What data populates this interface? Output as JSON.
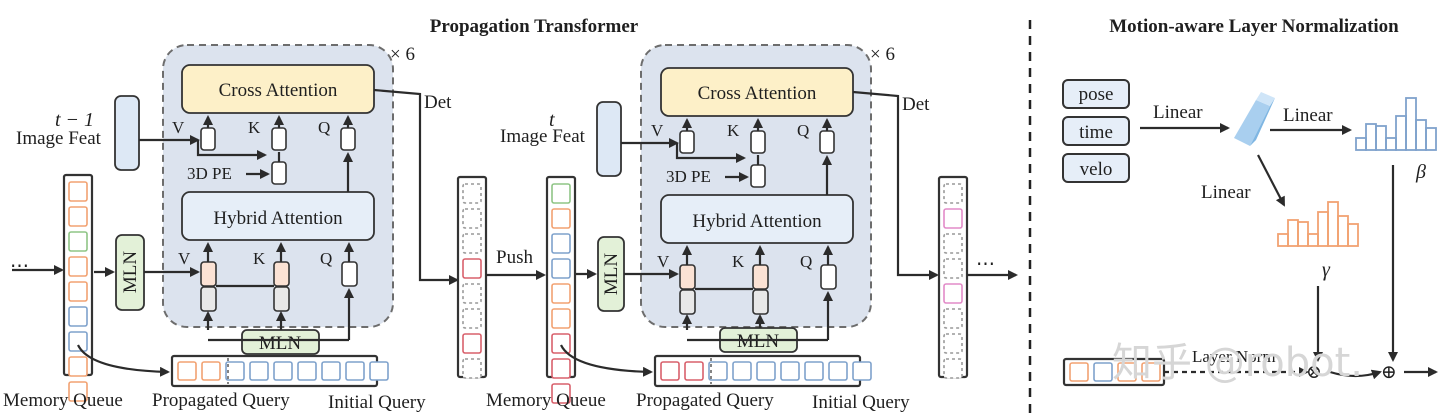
{
  "titles": {
    "left": "Propagation Transformer",
    "right": "Motion-aware Layer Normalization"
  },
  "left_block": {
    "time_label": "t − 1",
    "feat_label": "Image Feat",
    "cross_attention": "Cross Attention",
    "hybrid_attention": "Hybrid Attention",
    "pe": "3D PE",
    "mln": "MLN",
    "repeat": "× 6",
    "det": "Det",
    "v": "V",
    "k": "K",
    "q": "Q",
    "memory_queue": "Memory Queue",
    "propagated_query": "Propagated Query",
    "initial_query": "Initial Query",
    "ellipsis": "⋯"
  },
  "middle": {
    "push": "Push"
  },
  "right_block": {
    "time_label": "t",
    "feat_label": "Image Feat",
    "cross_attention": "Cross Attention",
    "hybrid_attention": "Hybrid Attention",
    "pe": "3D PE",
    "mln": "MLN",
    "repeat": "× 6",
    "det": "Det",
    "v": "V",
    "k": "K",
    "q": "Q",
    "memory_queue": "Memory Queue",
    "propagated_query": "Propagated Query",
    "initial_query": "Initial Query",
    "ellipsis": "⋯"
  },
  "mln_panel": {
    "inputs": [
      "pose",
      "time",
      "velo"
    ],
    "linear": "Linear",
    "beta": "β",
    "gamma": "γ",
    "layer_norm": "Layer Norm",
    "multiply": "⊗",
    "add": "⊕"
  },
  "watermark": "知乎 @robot.",
  "colors": {
    "box_fill": "#dce3ee",
    "cross_fill": "#fdf0c8",
    "hybrid_fill": "#e6eef8",
    "mln_fill": "#e3f1d8",
    "feat_fill": "#dde8f5",
    "orange": "#f2a272",
    "blue": "#7fa2cc",
    "green": "#8fc586",
    "red": "#d8606c",
    "pink": "#e28bc8"
  }
}
